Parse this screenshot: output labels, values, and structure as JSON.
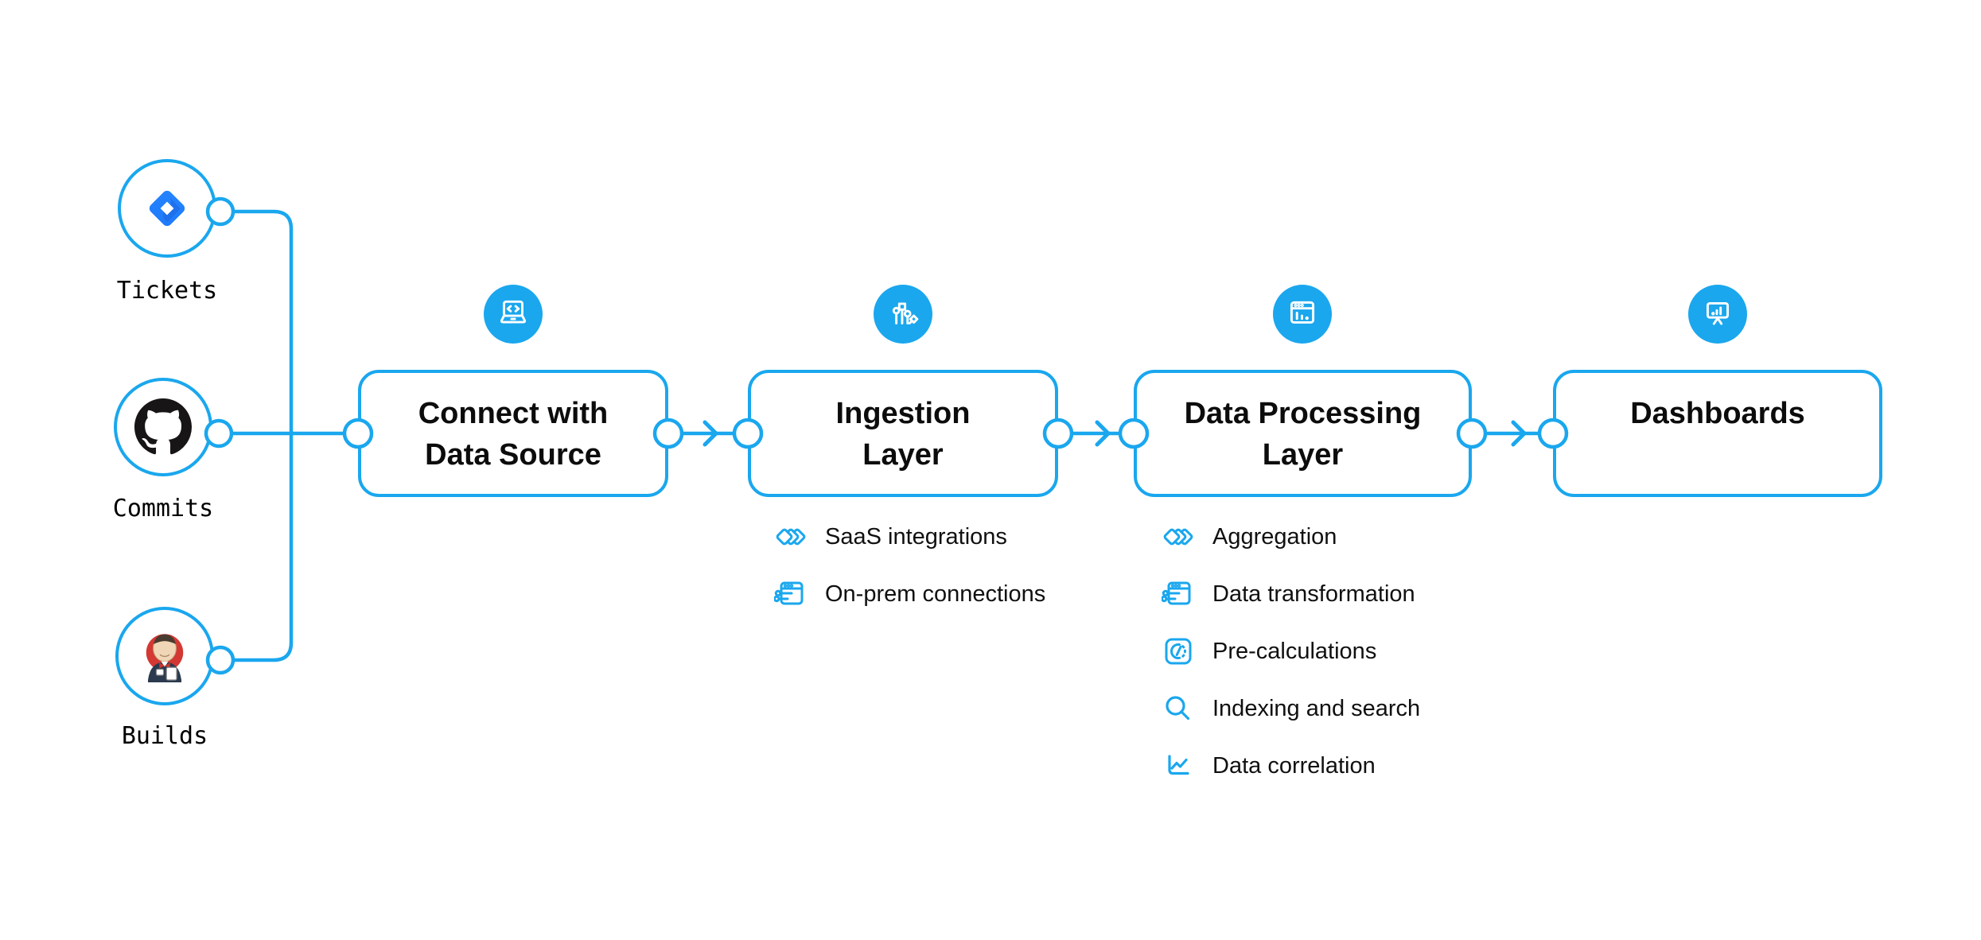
{
  "palette": {
    "accent": "#1AA7EE",
    "text": "#0C0C0C",
    "jira_blue": "#2684FF",
    "github_black": "#171515",
    "jenkins_red": "#D33833"
  },
  "sources": [
    {
      "label": "Tickets",
      "icon": "jira-icon"
    },
    {
      "label": "Commits",
      "icon": "github-icon"
    },
    {
      "label": "Builds",
      "icon": "jenkins-icon"
    }
  ],
  "stages": [
    {
      "title": "Connect with Data Source",
      "icon": "laptop-code-icon",
      "items": []
    },
    {
      "title": "Ingestion Layer",
      "icon": "circuit-icon",
      "items": [
        {
          "label": "SaaS integrations",
          "icon": "stacked-diamonds-icon"
        },
        {
          "label": "On-prem connections",
          "icon": "window-sliders-icon"
        }
      ]
    },
    {
      "title": "Data Processing Layer",
      "icon": "window-chart-icon",
      "items": [
        {
          "label": "Aggregation",
          "icon": "stacked-diamonds-icon"
        },
        {
          "label": "Data transformation",
          "icon": "window-sliders-icon"
        },
        {
          "label": "Pre-calculations",
          "icon": "gauge-icon"
        },
        {
          "label": "Indexing and search",
          "icon": "search-icon"
        },
        {
          "label": "Data correlation",
          "icon": "line-chart-icon"
        }
      ]
    },
    {
      "title": "Dashboards",
      "icon": "presentation-chart-icon",
      "items": []
    }
  ]
}
